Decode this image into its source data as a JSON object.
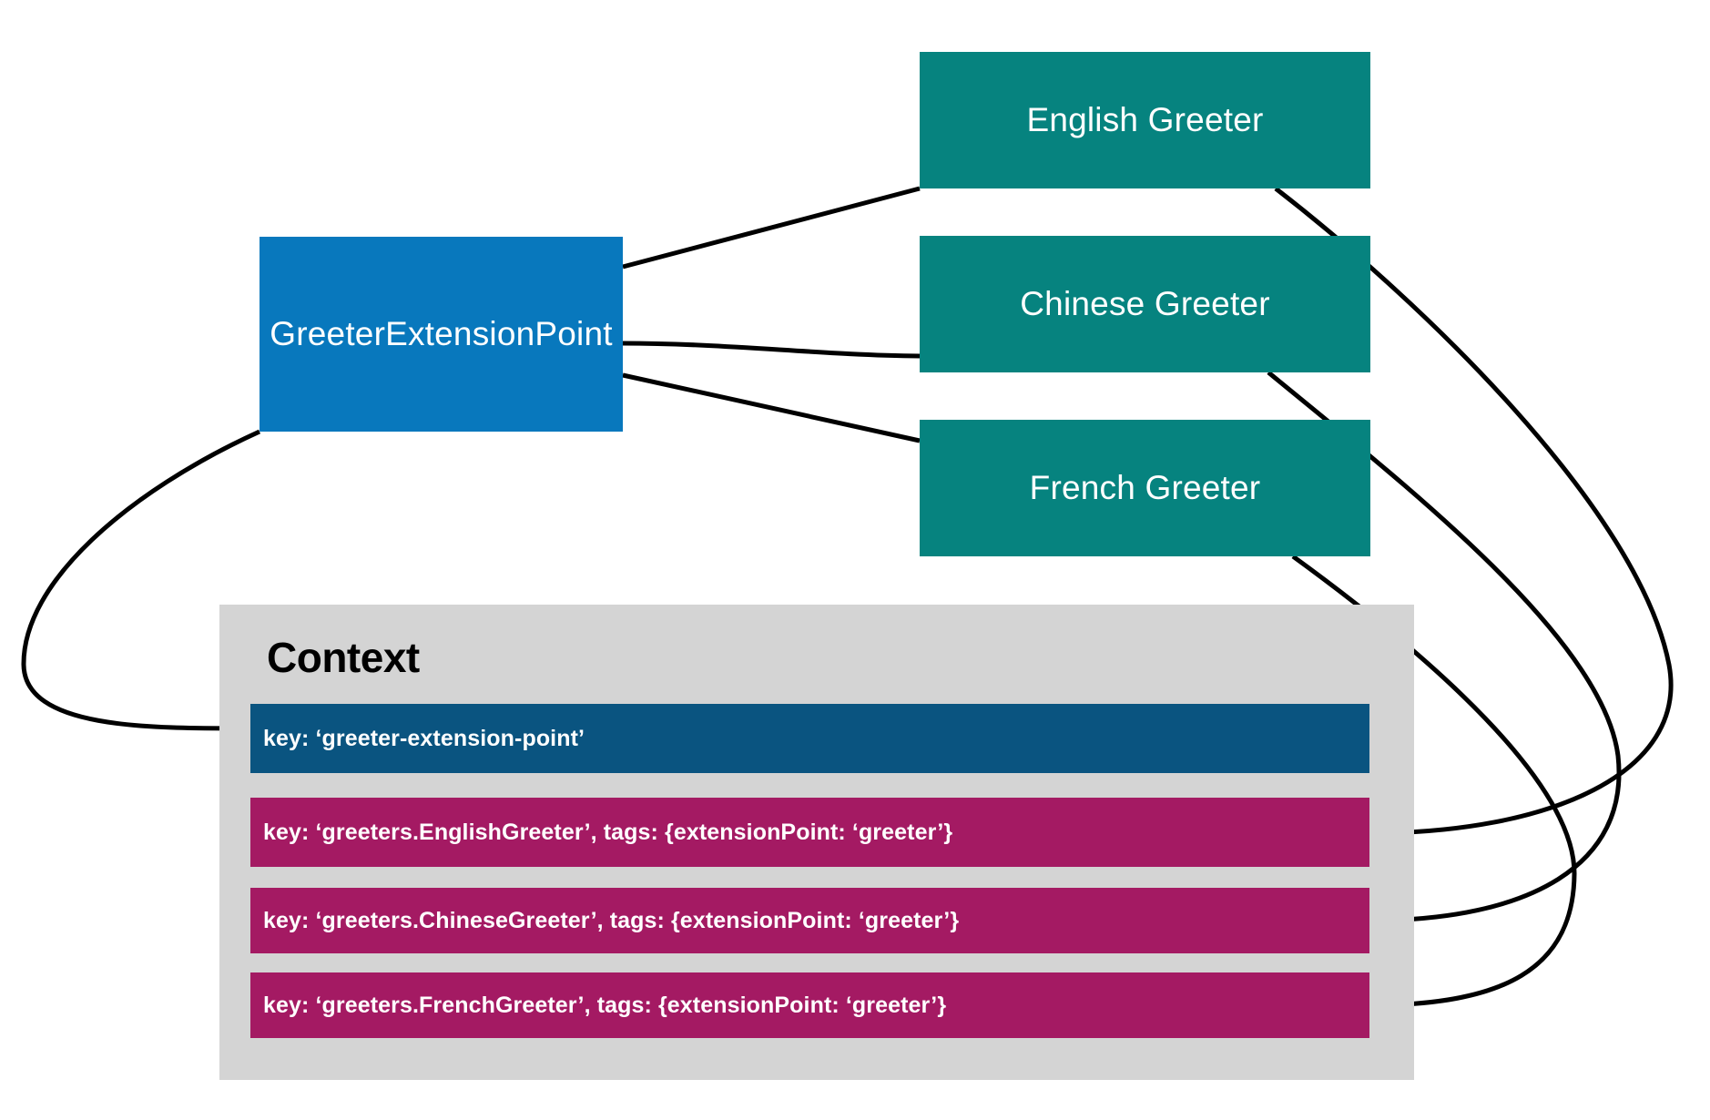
{
  "diagram": {
    "title_text": "Context",
    "extension_point": {
      "label": "GreeterExtensionPoint",
      "color": "#0878bd"
    },
    "greeters": [
      {
        "label": "English Greeter",
        "color": "#06837f"
      },
      {
        "label": "Chinese Greeter",
        "color": "#06837f"
      },
      {
        "label": "French Greeter",
        "color": "#06837f"
      }
    ],
    "context_rows": [
      {
        "text": "key: ‘greeter-extension-point’",
        "color": "#0a5480"
      },
      {
        "text": "key: ‘greeters.EnglishGreeter’, tags: {extensionPoint: ‘greeter’}",
        "color": "#a41a63"
      },
      {
        "text": "key: ‘greeters.ChineseGreeter’, tags: {extensionPoint: ‘greeter’}",
        "color": "#a41a63"
      },
      {
        "text": "key: ‘greeters.FrenchGreeter’, tags: {extensionPoint: ‘greeter’}",
        "color": "#a41a63"
      }
    ],
    "container": {
      "background": "#d4d4d4"
    },
    "edge_color": "#000000",
    "canvas_background": "#ffffff"
  }
}
